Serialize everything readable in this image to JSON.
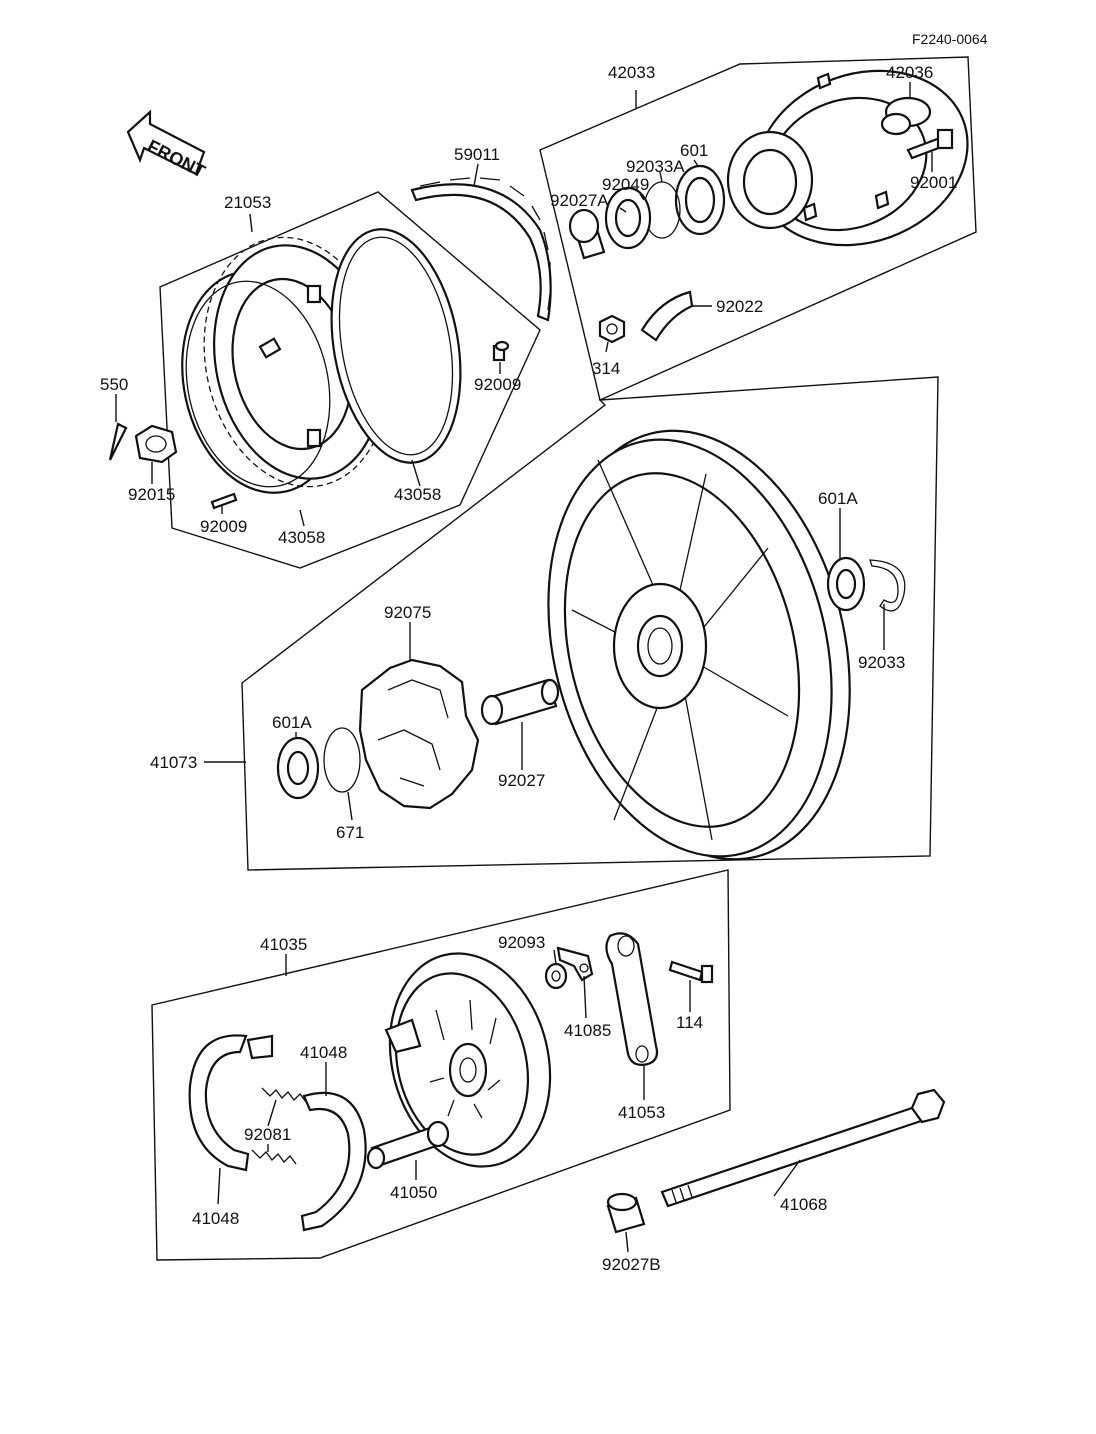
{
  "diagram_code": "F2240-0064",
  "front_arrow_label": "FRONT",
  "parts": {
    "p42033": "42033",
    "p42036": "42036",
    "p601": "601",
    "p92033A": "92033A",
    "p92049": "92049",
    "p92027A": "92027A",
    "p92001": "92001",
    "p92022": "92022",
    "p314": "314",
    "p59011": "59011",
    "p21053": "21053",
    "p92009_top": "92009",
    "p550": "550",
    "p92015": "92015",
    "p92009_bottom": "92009",
    "p43058_left": "43058",
    "p43058_right": "43058",
    "p601A_right": "601A",
    "p92033": "92033",
    "p92075": "92075",
    "p601A_left": "601A",
    "p41073": "41073",
    "p671": "671",
    "p92027": "92027",
    "p41035": "41035",
    "p92093": "92093",
    "p41085": "41085",
    "p114": "114",
    "p41048_top": "41048",
    "p92081": "92081",
    "p41050": "41050",
    "p41053": "41053",
    "p41048_bottom": "41048",
    "p41068": "41068",
    "p92027B": "92027B"
  }
}
